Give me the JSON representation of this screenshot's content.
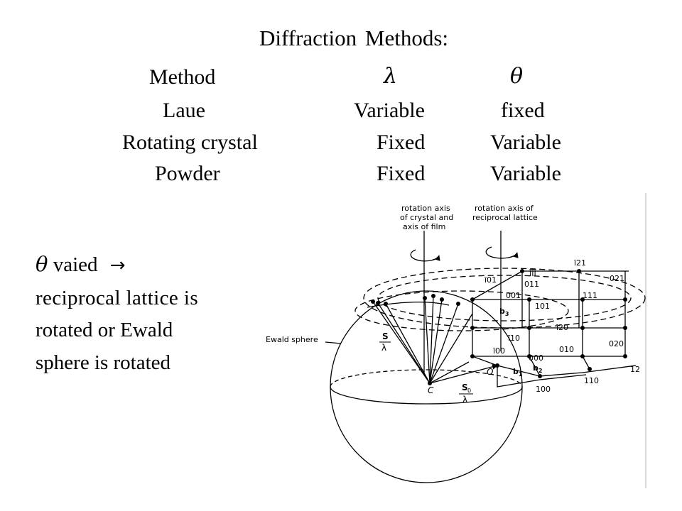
{
  "title": "Diffraction Methods:",
  "table": {
    "header": {
      "method": "Method",
      "lambda": "λ",
      "theta": "θ"
    },
    "rows": [
      {
        "method": "Laue",
        "lambda": "Variable",
        "theta": "fixed"
      },
      {
        "method": "Rotating crystal",
        "lambda": "Fixed",
        "theta": "Variable"
      },
      {
        "method": "Powder",
        "lambda": "Fixed",
        "theta": "Variable"
      }
    ]
  },
  "note": {
    "theta_symbol": "θ",
    "line1_text": "vaied",
    "arrow": "→",
    "line2": "reciprocal lattice is",
    "line3": "rotated or Ewald",
    "line4": "sphere is rotated"
  },
  "diagram": {
    "rotation_axis_crystal": [
      "rotation axis",
      "of crystal and",
      "axis of film"
    ],
    "rotation_axis_reciprocal": [
      "rotation axis of",
      "reciprocal lattice"
    ],
    "ewald_sphere": "Ewald sphere",
    "s_over_lambda": {
      "num": "S",
      "den": "λ"
    },
    "s0_over_lambda": {
      "num": "S",
      "sub": "0",
      "den": "λ"
    },
    "point_c": "C",
    "point_o": "O",
    "b1": "b",
    "b1_sub": "1",
    "b2": "b",
    "b2_sub": "2",
    "b3": "b",
    "b3_sub": "3",
    "lattice_labels": {
      "l121": "ī21",
      "l021": "021",
      "l111b": "ĪĪĪ",
      "l101b": "ī01",
      "l011": "011",
      "l111": "111",
      "l001": "001",
      "l101": "101",
      "l110b": "ī10",
      "l120b": "ī20",
      "l100b": "ī00",
      "l000": "000",
      "l010": "010",
      "l020": "020",
      "l100": "100",
      "l110": "110",
      "l12": "12"
    }
  }
}
